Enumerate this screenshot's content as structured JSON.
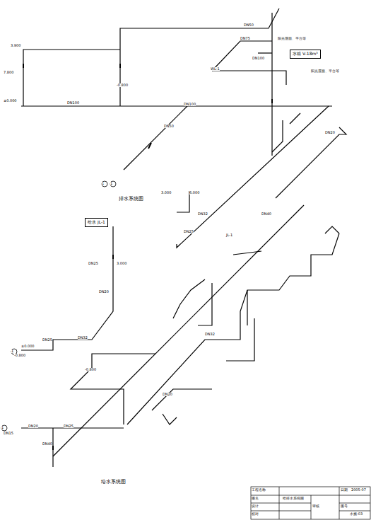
{
  "diagram": {
    "nodes": [
      {
        "text": [
          "水箱 V-18m³"
        ]
      },
      {
        "text": [
          "给水 JL-1"
        ]
      }
    ],
    "labels": [
      "阳光屋面、平台等",
      "阳光屋面、平台等",
      "排水系统图",
      "给水系统图",
      "1",
      "1",
      "1",
      "1",
      "3.900",
      "7.800",
      "±0.000",
      "-0.800",
      "DN100",
      "DN100",
      "DN50",
      "DN75",
      "WL-1",
      "DN100",
      "DN50",
      "6.000",
      "3.000",
      "DN32",
      "DN25",
      "DN20",
      "3.000",
      "DN25",
      "DN20",
      "DN32",
      "DN25",
      "±0.000",
      "-0.800",
      "DN40",
      "DN25",
      "DN20",
      "DN15",
      "DN40",
      "JL-1",
      "DN32",
      "DN20",
      "-0.800",
      "工程名称",
      "图名",
      "给排水系统图",
      "设计",
      "校对",
      "审核",
      "日期",
      "2005-07",
      "图号",
      "水施-03"
    ]
  }
}
